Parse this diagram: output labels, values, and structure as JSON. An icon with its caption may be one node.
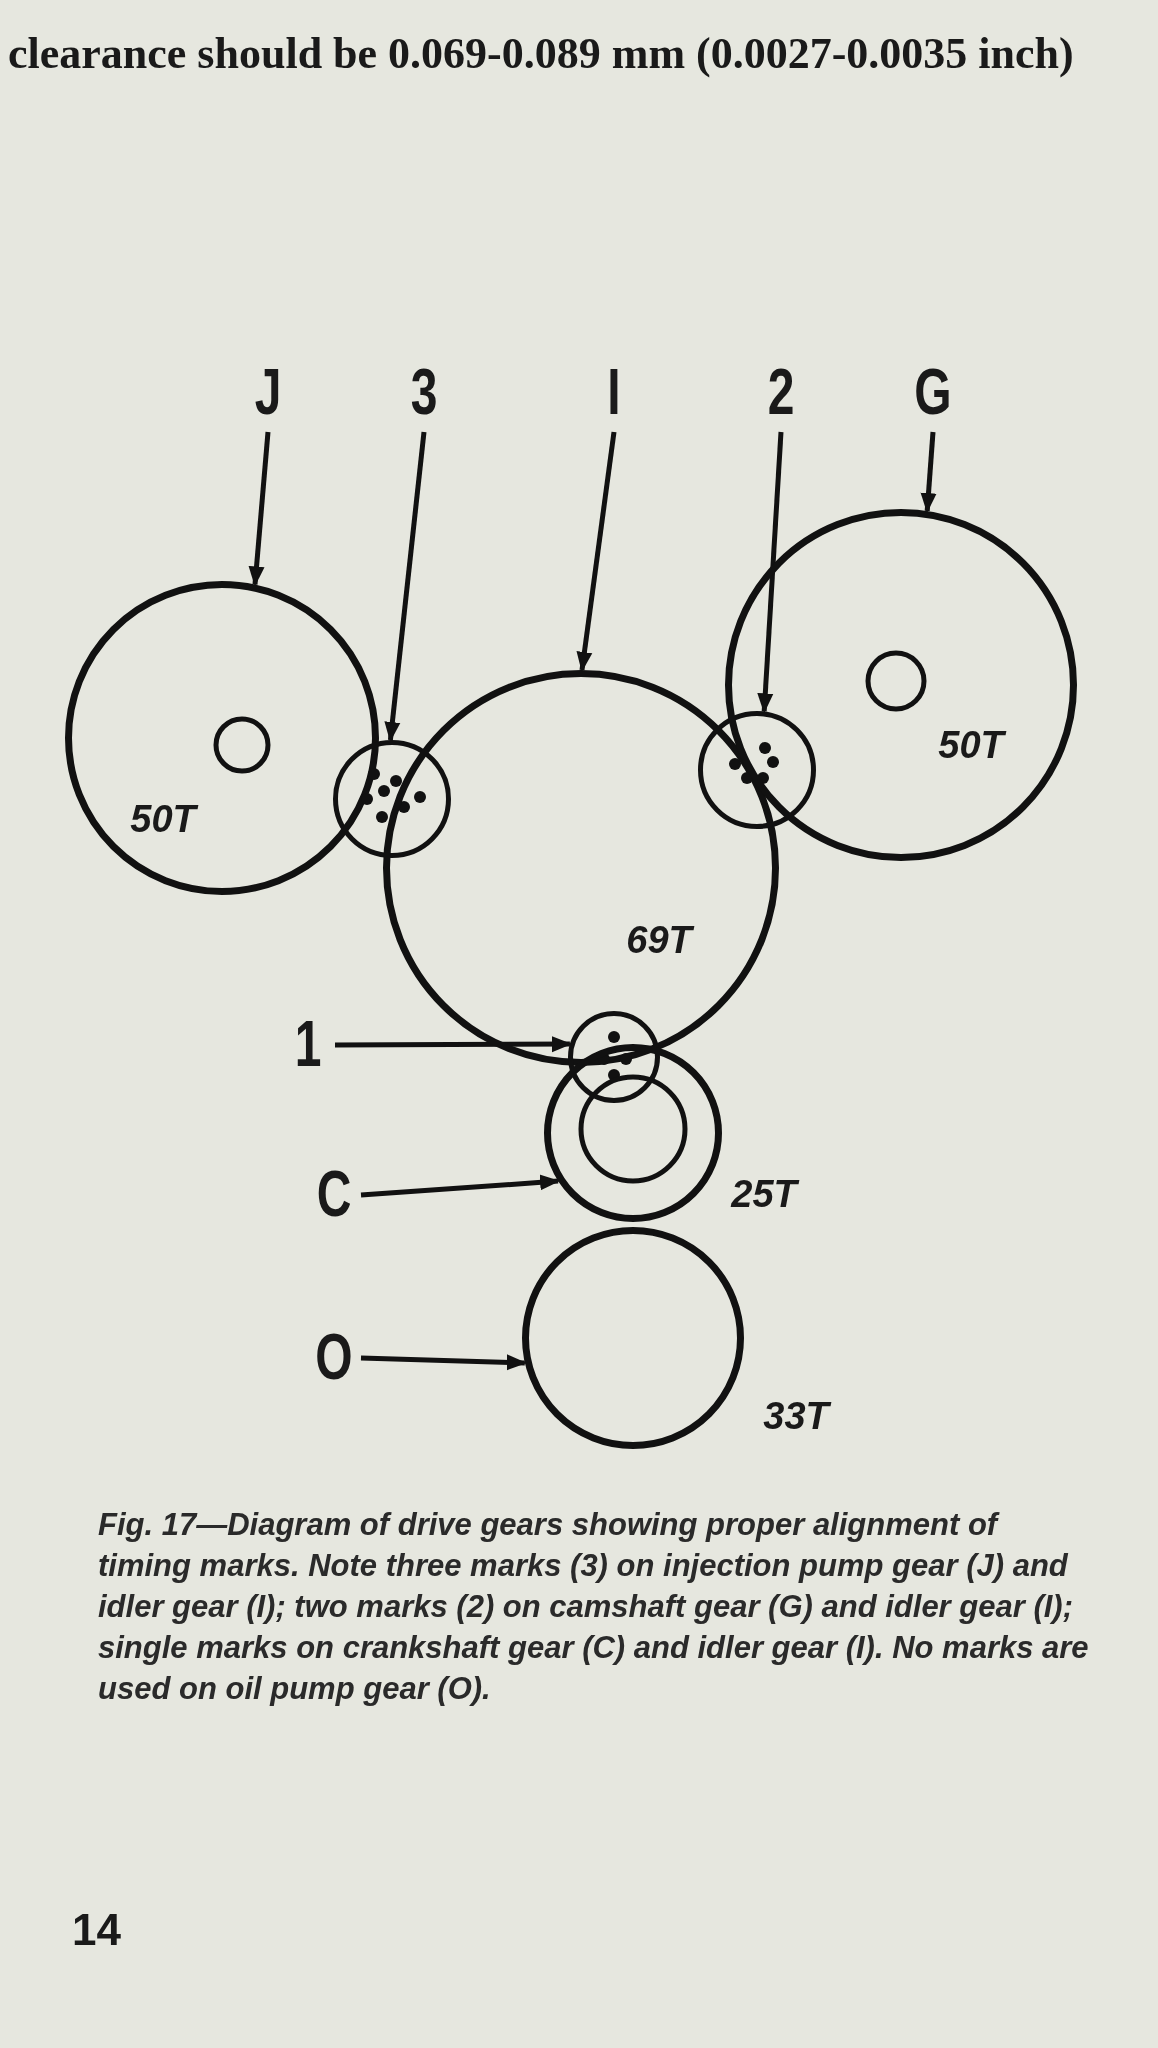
{
  "diagram": {
    "caption": "Fig. 17—Diagram of drive gears showing proper alignment of timing marks. Note three marks (3) on injection pump gear (J) and idler gear (I); two marks (2) on camshaft gear (G) and idler gear (I); single marks on crankshaft gear (C) and idler gear (I). No marks are used on oil pump gear (O).",
    "nodes": [
      {
        "text": [
          "J"
        ]
      },
      {
        "text": [
          "3"
        ]
      },
      {
        "text": [
          "I"
        ]
      },
      {
        "text": [
          "2"
        ]
      },
      {
        "text": [
          "G"
        ]
      },
      {
        "text": [
          "50T"
        ]
      },
      {
        "text": [],
        "shape": "circle"
      },
      {
        "text": [
          "69T"
        ]
      },
      {
        "text": [],
        "shape": "circle"
      },
      {
        "text": [
          "50T"
        ]
      },
      {
        "text": [
          "1"
        ]
      },
      {
        "text": [],
        "shape": "circle"
      },
      {
        "text": [
          "C"
        ]
      },
      {
        "text": [
          "25T"
        ]
      },
      {
        "text": [
          "O"
        ]
      },
      {
        "text": [
          "33T"
        ]
      }
    ],
    "edges": [
      {
        "from": 0,
        "to": 5,
        "arrow": "to"
      },
      {
        "from": 1,
        "to": 6,
        "arrow": "to"
      },
      {
        "from": 2,
        "to": 7,
        "arrow": "to"
      },
      {
        "from": 3,
        "to": 8,
        "arrow": "to"
      },
      {
        "from": 4,
        "to": 9,
        "arrow": "to"
      },
      {
        "from": 10,
        "to": 11,
        "arrow": "to"
      },
      {
        "from": 12,
        "to": 13,
        "arrow": "to"
      },
      {
        "from": 14,
        "to": 15,
        "arrow": "to"
      }
    ],
    "labels": [
      "clearance should be 0.069-0.089 mm (0.0027-0.0035 inch)",
      "14"
    ]
  }
}
